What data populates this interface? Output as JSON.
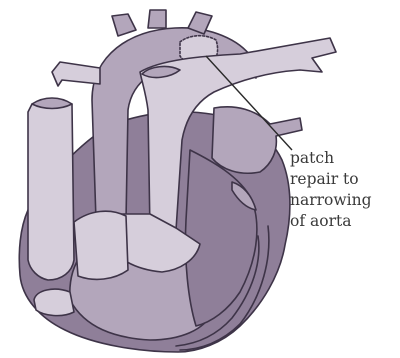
{
  "diagram": {
    "label_lines": [
      "patch",
      "repair to",
      "narrowing",
      "of aorta"
    ]
  },
  "colors": {
    "outline": "#3e3448",
    "tissue_dark": "#8f7f99",
    "tissue_mid": "#b3a6bb",
    "tissue_light": "#d6cedb",
    "leader_line": "#2a2a2a"
  }
}
